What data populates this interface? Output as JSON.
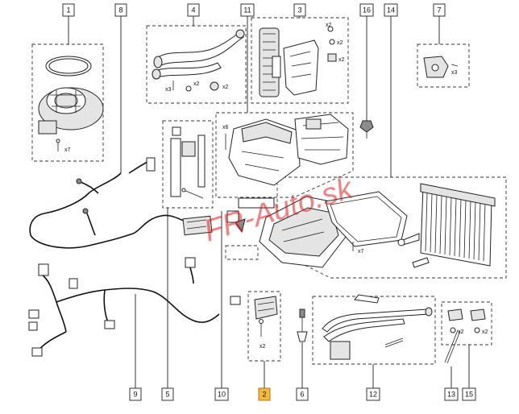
{
  "watermark": "FR-Auto.sk",
  "colors": {
    "highlight_callout": "#f6b93b",
    "watermark": "#e11e1e",
    "line": "#333333"
  },
  "callouts": [
    {
      "id": "c1",
      "label": "1"
    },
    {
      "id": "c8",
      "label": "8"
    },
    {
      "id": "c4",
      "label": "4"
    },
    {
      "id": "c11",
      "label": "11"
    },
    {
      "id": "c3",
      "label": "3"
    },
    {
      "id": "c16",
      "label": "16"
    },
    {
      "id": "c14",
      "label": "14"
    },
    {
      "id": "c7",
      "label": "7"
    },
    {
      "id": "c9",
      "label": "9"
    },
    {
      "id": "c5",
      "label": "5"
    },
    {
      "id": "c10",
      "label": "10"
    },
    {
      "id": "c2",
      "label": "2",
      "highlighted": true
    },
    {
      "id": "c6",
      "label": "6"
    },
    {
      "id": "c12",
      "label": "12"
    },
    {
      "id": "c13",
      "label": "13"
    },
    {
      "id": "c15",
      "label": "15"
    }
  ],
  "quantities": {
    "q1": "x7",
    "q4a": "x3",
    "q4b": "x2",
    "q4c": "x2",
    "q3a": "x2",
    "q3b": "x2",
    "q3c": "x2",
    "q7": "x3",
    "q11": "x6",
    "q14": "x7",
    "q2": "x2",
    "q15a": "x2",
    "q15b": "x2"
  }
}
